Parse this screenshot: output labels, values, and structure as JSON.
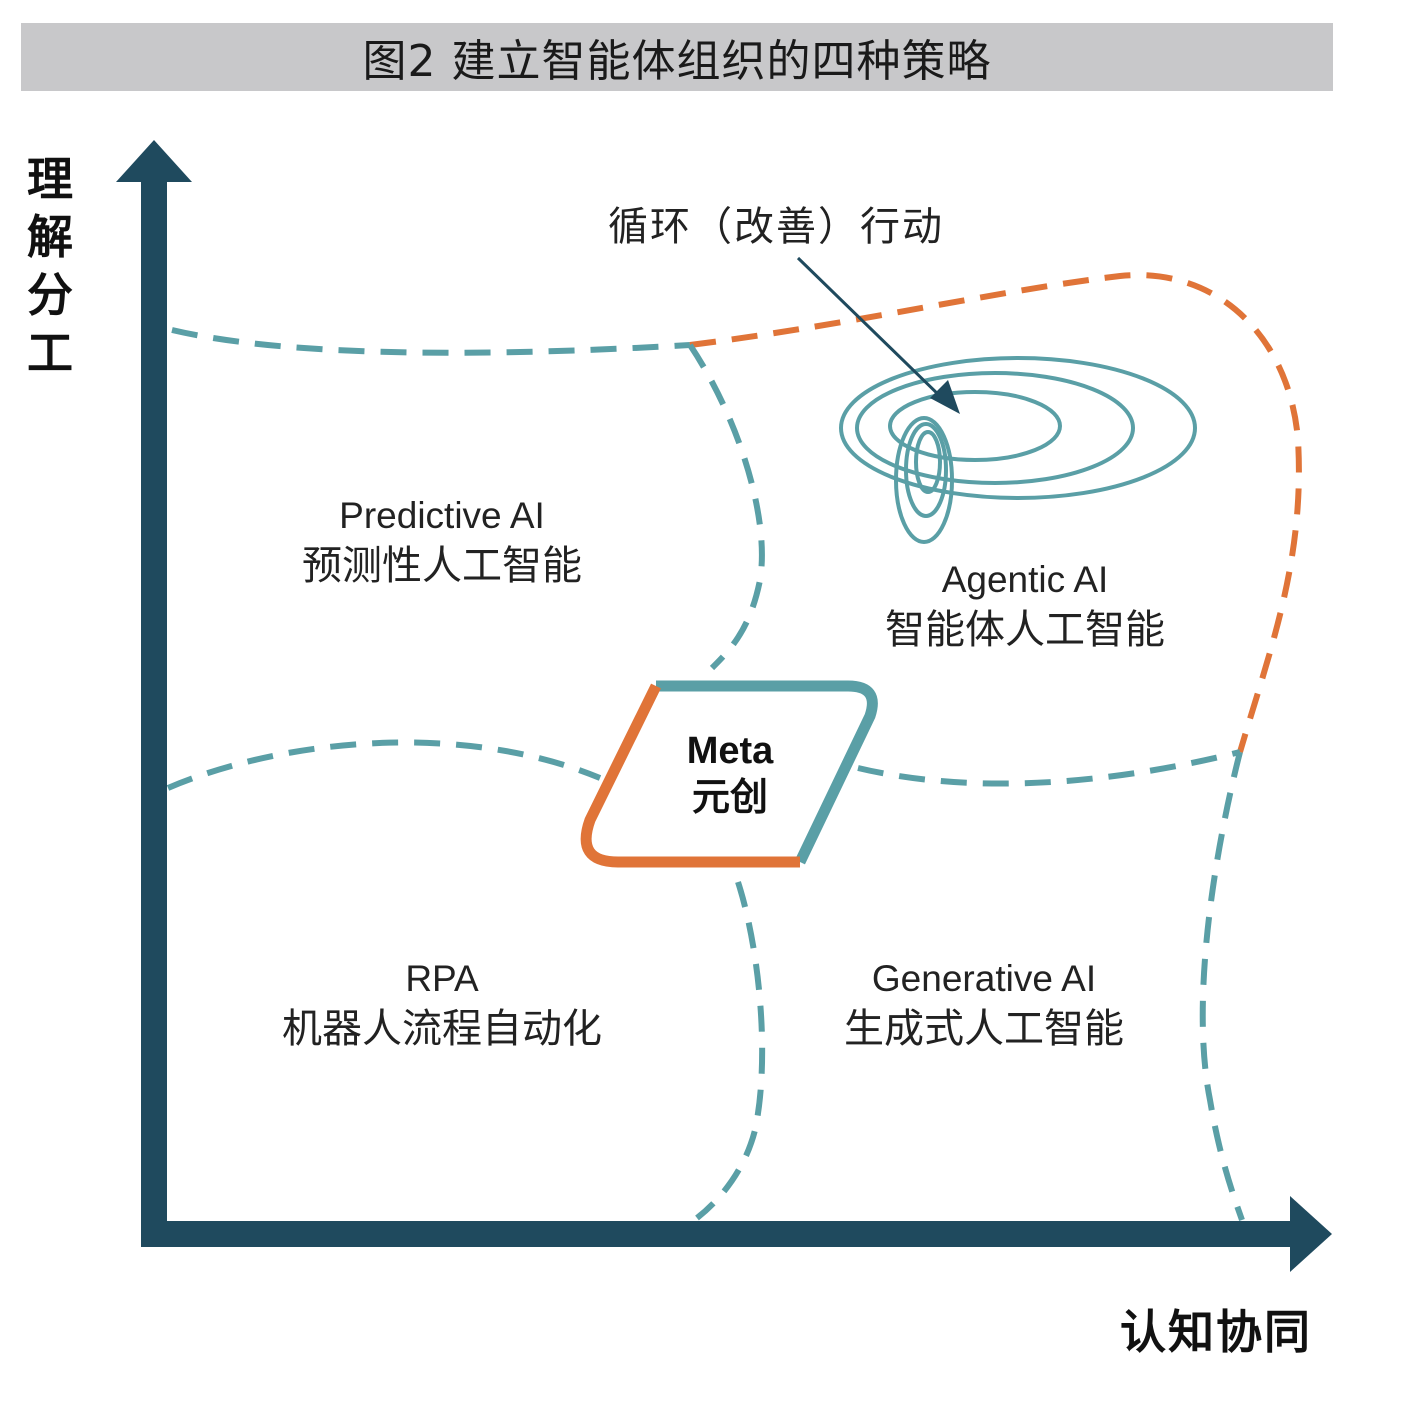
{
  "title": "图2 建立智能体组织的四种策略",
  "axes": {
    "y_label": "理解分工",
    "x_label": "认知协同"
  },
  "annotation": "循环（改善）行动",
  "quadrants": [
    {
      "id": "predictive",
      "en": "Predictive AI",
      "zh": "预测性人工智能"
    },
    {
      "id": "agentic",
      "en": "Agentic AI",
      "zh": "智能体人工智能"
    },
    {
      "id": "rpa",
      "en": "RPA",
      "zh": "机器人流程自动化"
    },
    {
      "id": "generative",
      "en": "Generative AI",
      "zh": "生成式人工智能"
    }
  ],
  "center": {
    "en": "Meta",
    "zh": "元创"
  },
  "colors": {
    "axis": "#1f4a5e",
    "teal": "#5a9fa6",
    "orange": "#e07438",
    "title_bg": "#c8c8ca"
  }
}
